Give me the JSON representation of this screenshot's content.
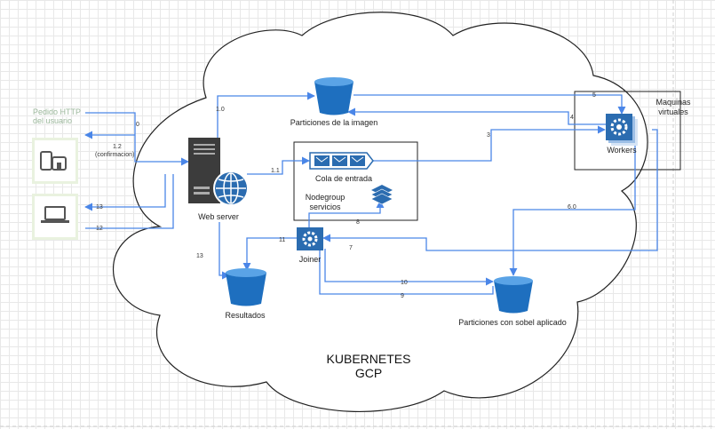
{
  "colors": {
    "edge": "#4a86e8",
    "bucket": "#1e6fbf",
    "icon_blue": "#2b6cb0",
    "user_panel": "#e9f2df",
    "user_text": "#9bb79b"
  },
  "user_panel": {
    "title_line1": "Pedido HTTP",
    "title_line2": "del usuario",
    "icons": [
      "devices-icon",
      "laptop-icon"
    ]
  },
  "nodes": {
    "web_server": "Web server",
    "particiones_imagen": "Particiones de la imagen",
    "cola_entrada": "Cola de entrada",
    "nodegroup_line1": "Nodegroup",
    "nodegroup_line2": "servicios",
    "workers": "Workers",
    "maquinas_line1": "Maquinas",
    "maquinas_line2": "virtuales",
    "joiner": "Joiner",
    "resultados": "Resultados",
    "particiones_sobel": "Particiones con sobel aplicado"
  },
  "cloud": {
    "line1": "KUBERNETES",
    "line2": "GCP"
  },
  "edge_labels": {
    "e0": "0",
    "e1_0": "1.0",
    "e1_1": "1.1",
    "e1_2_line1": "1.2",
    "e1_2_line2": "(confirmacion)",
    "e3": "3",
    "e4": "4",
    "e5": "5",
    "e6": "6.0",
    "e7": "7",
    "e8": "8",
    "e9": "9",
    "e10": "10",
    "e11": "11",
    "e12": "12",
    "e13a": "13",
    "e13b": "13"
  }
}
